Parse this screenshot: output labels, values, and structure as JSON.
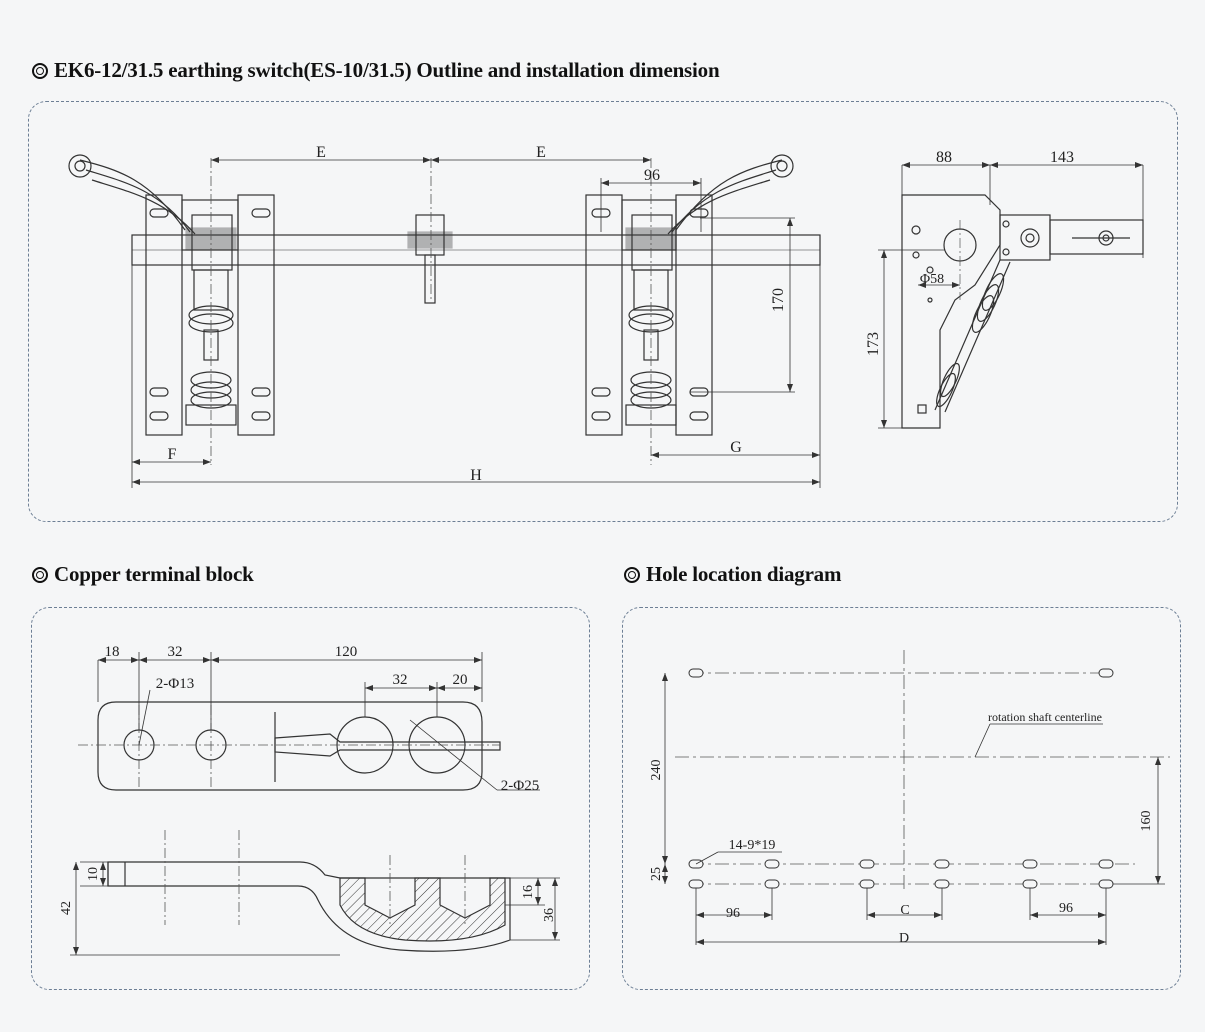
{
  "sections": {
    "outline": {
      "title": "EK6-12/31.5 earthing switch(ES-10/31.5) Outline and installation dimension",
      "labels": {
        "e1": "E",
        "e2": "E",
        "d96": "96",
        "d170": "170",
        "f": "F",
        "g": "G",
        "h": "H",
        "d88": "88",
        "d143": "143",
        "d58": "58",
        "d173": "173"
      }
    },
    "terminal": {
      "title": "Copper terminal block",
      "labels": {
        "d18": "18",
        "d32a": "32",
        "d120": "120",
        "d32b": "32",
        "d20": "20",
        "hole13": "2-Φ13",
        "hole25": "2-Φ25",
        "d10": "10",
        "d42": "42",
        "d16": "16",
        "d36": "36"
      }
    },
    "holes": {
      "title": "Hole location diagram",
      "labels": {
        "shaft": "rotation shaft centerline",
        "d240": "240",
        "d160": "160",
        "d25": "25",
        "slot": "14-9*19",
        "d96a": "96",
        "c": "C",
        "d96b": "96",
        "d": "D"
      }
    }
  }
}
